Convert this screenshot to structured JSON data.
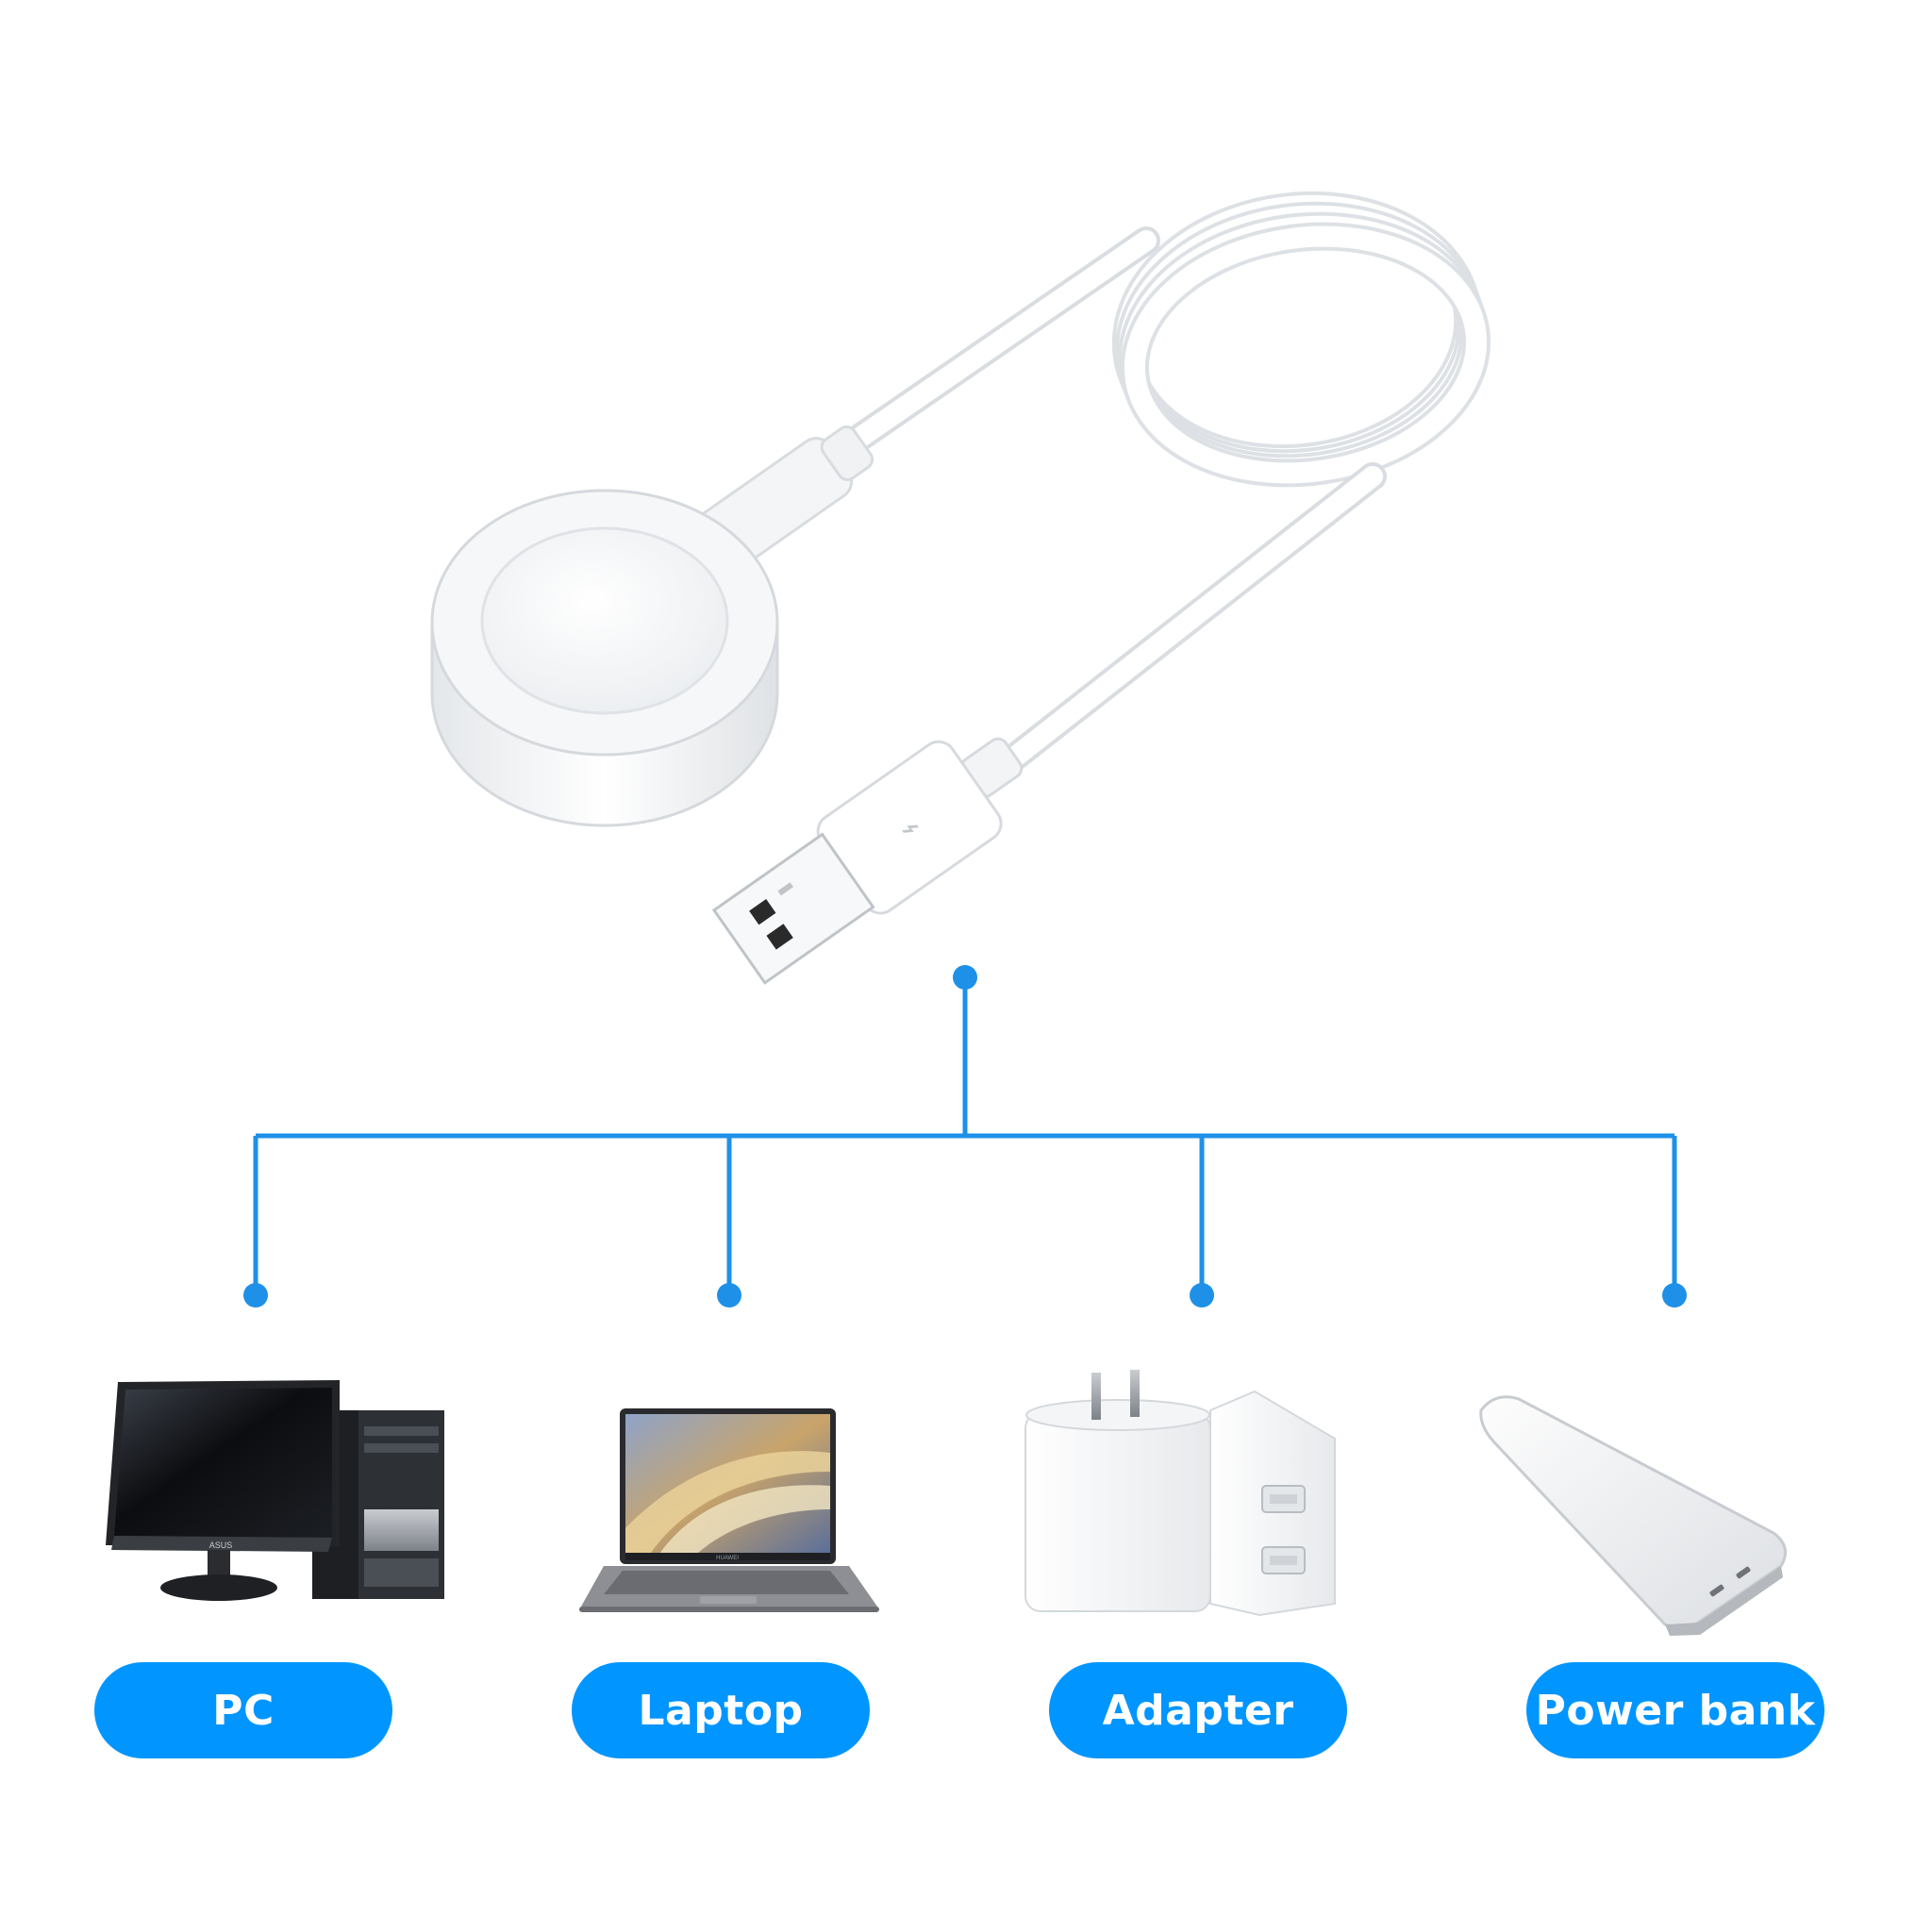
{
  "colors": {
    "accent": "#0095ff",
    "connector": "#1e90e8",
    "background": "#ffffff"
  },
  "product": {
    "name": "usb-watch-charger-cable",
    "icon": "charger-cable-icon"
  },
  "devices": [
    {
      "label": "PC",
      "icon": "desktop-pc-icon",
      "brand_text": "ASUS"
    },
    {
      "label": "Laptop",
      "icon": "laptop-icon",
      "brand_text": "HUAWEI"
    },
    {
      "label": "Adapter",
      "icon": "wall-adapter-icon"
    },
    {
      "label": "Power bank",
      "icon": "power-bank-icon"
    }
  ]
}
